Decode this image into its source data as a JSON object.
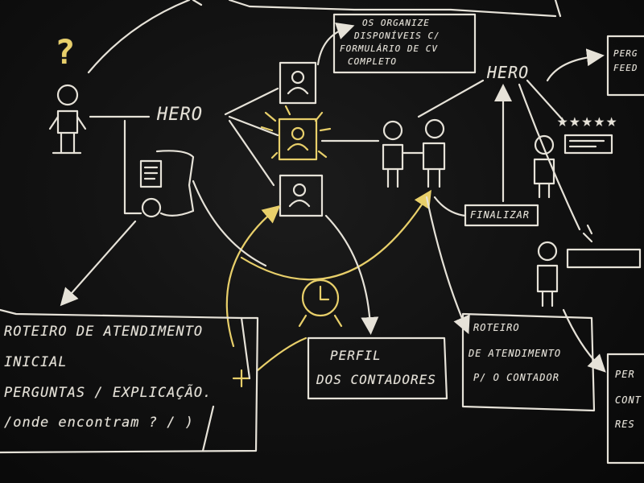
{
  "hero_labels": [
    "HERO",
    "HERO"
  ],
  "question_mark": "?",
  "note_top": [
    "OS ORGANIZE",
    "DISPONÍVEIS C/",
    "FORMULÁRIO DE CV",
    "COMPLETO"
  ],
  "finalizar": "FINALIZAR",
  "stars": "★★★★★",
  "box_top_right": [
    "PERG",
    "FEED"
  ],
  "box_left": [
    "ROTEIRO DE ATENDIMENTO",
    "INICIAL",
    "PERGUNTAS / EXPLICAÇÃO.",
    "/onde encontram ? / )"
  ],
  "box_center": [
    "PERFIL",
    "DOS CONTADORES"
  ],
  "box_right": [
    "ROTEIRO",
    "DE ATENDIMENTO",
    "P/ O CONTADOR"
  ],
  "box_far_right": [
    "PER",
    "CONT",
    "RES"
  ],
  "plus_sign": "+",
  "colors": {
    "chalk": "#e6e2d8",
    "yellow": "#e8cf6a",
    "board": "#121212"
  }
}
